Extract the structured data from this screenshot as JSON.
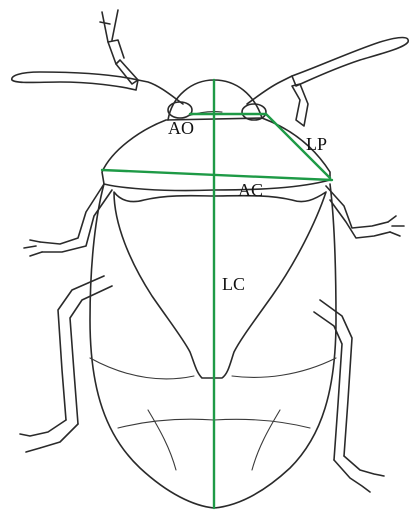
{
  "labels": {
    "ao": "AO",
    "lp": "LP",
    "ac": "AC",
    "lc": "LC"
  },
  "colors": {
    "measure_line": "#1e9a46",
    "outline": "#2a2a2a"
  }
}
